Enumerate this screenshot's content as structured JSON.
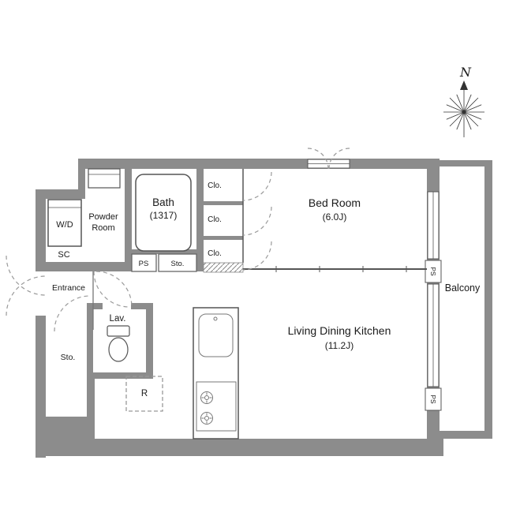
{
  "compass": {
    "label": "N"
  },
  "rooms": {
    "bath": {
      "name": "Bath",
      "size": "(1317)"
    },
    "powder_room": {
      "line1": "Powder",
      "line2": "Room"
    },
    "washer_dryer": {
      "label": "W/D"
    },
    "shoe_closet": {
      "label": "SC"
    },
    "entrance": {
      "label": "Entrance"
    },
    "lavatory": {
      "label": "Lav."
    },
    "storage_hall": {
      "label": "Sto."
    },
    "storage_lower": {
      "label": "Sto."
    },
    "pipe_space_hall": {
      "label": "PS"
    },
    "pipe_space_balcony_upper": {
      "label": "PS"
    },
    "pipe_space_balcony_lower": {
      "label": "PS"
    },
    "closets": [
      {
        "label": "Clo."
      },
      {
        "label": "Clo."
      },
      {
        "label": "Clo."
      }
    ],
    "bedroom": {
      "name": "Bed Room",
      "size": "(6.0J)"
    },
    "living_dining_kitchen": {
      "name": "Living Dining Kitchen",
      "size": "(11.2J)"
    },
    "balcony": {
      "label": "Balcony"
    },
    "refrigerator": {
      "label": "R"
    }
  },
  "colors": {
    "wall": "#8c8c8c",
    "line": "#555555",
    "dash": "#9a9a9a",
    "text": "#1a1a1a",
    "background": "#ffffff"
  }
}
